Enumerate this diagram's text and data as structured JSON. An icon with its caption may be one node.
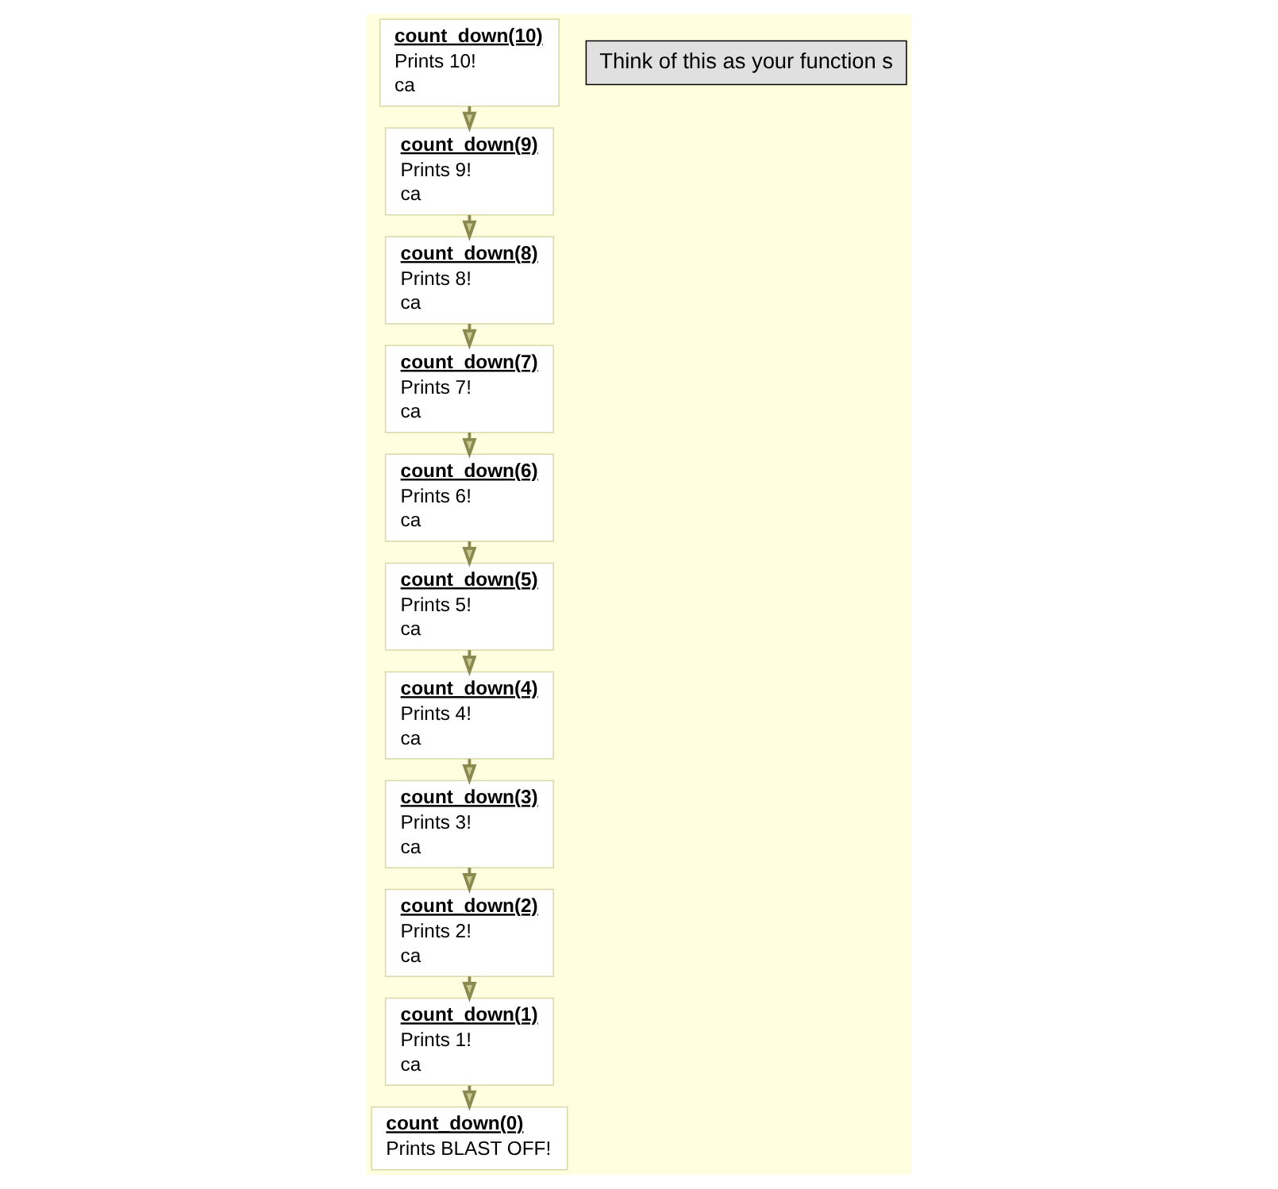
{
  "diagram": {
    "nodes": [
      {
        "text": [
          "count_down(10)",
          "Prints 10!",
          "ca"
        ]
      },
      {
        "text": [
          "count_down(9)",
          "Prints 9!",
          "ca"
        ]
      },
      {
        "text": [
          "count_down(8)",
          "Prints 8!",
          "ca"
        ]
      },
      {
        "text": [
          "count_down(7)",
          "Prints 7!",
          "ca"
        ]
      },
      {
        "text": [
          "count_down(6)",
          "Prints 6!",
          "ca"
        ]
      },
      {
        "text": [
          "count_down(5)",
          "Prints 5!",
          "ca"
        ]
      },
      {
        "text": [
          "count_down(4)",
          "Prints 4!",
          "ca"
        ]
      },
      {
        "text": [
          "count_down(3)",
          "Prints 3!",
          "ca"
        ]
      },
      {
        "text": [
          "count_down(2)",
          "Prints 2!",
          "ca"
        ]
      },
      {
        "text": [
          "count_down(1)",
          "Prints 1!",
          "ca"
        ]
      },
      {
        "text": [
          "count_down(0)",
          "Prints BLAST OFF!"
        ]
      }
    ],
    "edges": [
      {
        "from": 0,
        "to": 1,
        "arrow": "to"
      },
      {
        "from": 1,
        "to": 2,
        "arrow": "to"
      },
      {
        "from": 2,
        "to": 3,
        "arrow": "to"
      },
      {
        "from": 3,
        "to": 4,
        "arrow": "to"
      },
      {
        "from": 4,
        "to": 5,
        "arrow": "to"
      },
      {
        "from": 5,
        "to": 6,
        "arrow": "to"
      },
      {
        "from": 6,
        "to": 7,
        "arrow": "to"
      },
      {
        "from": 7,
        "to": 8,
        "arrow": "to"
      },
      {
        "from": 8,
        "to": 9,
        "arrow": "to"
      },
      {
        "from": 9,
        "to": 10,
        "arrow": "to"
      }
    ],
    "labels": [
      "Think of this as your function s"
    ]
  }
}
